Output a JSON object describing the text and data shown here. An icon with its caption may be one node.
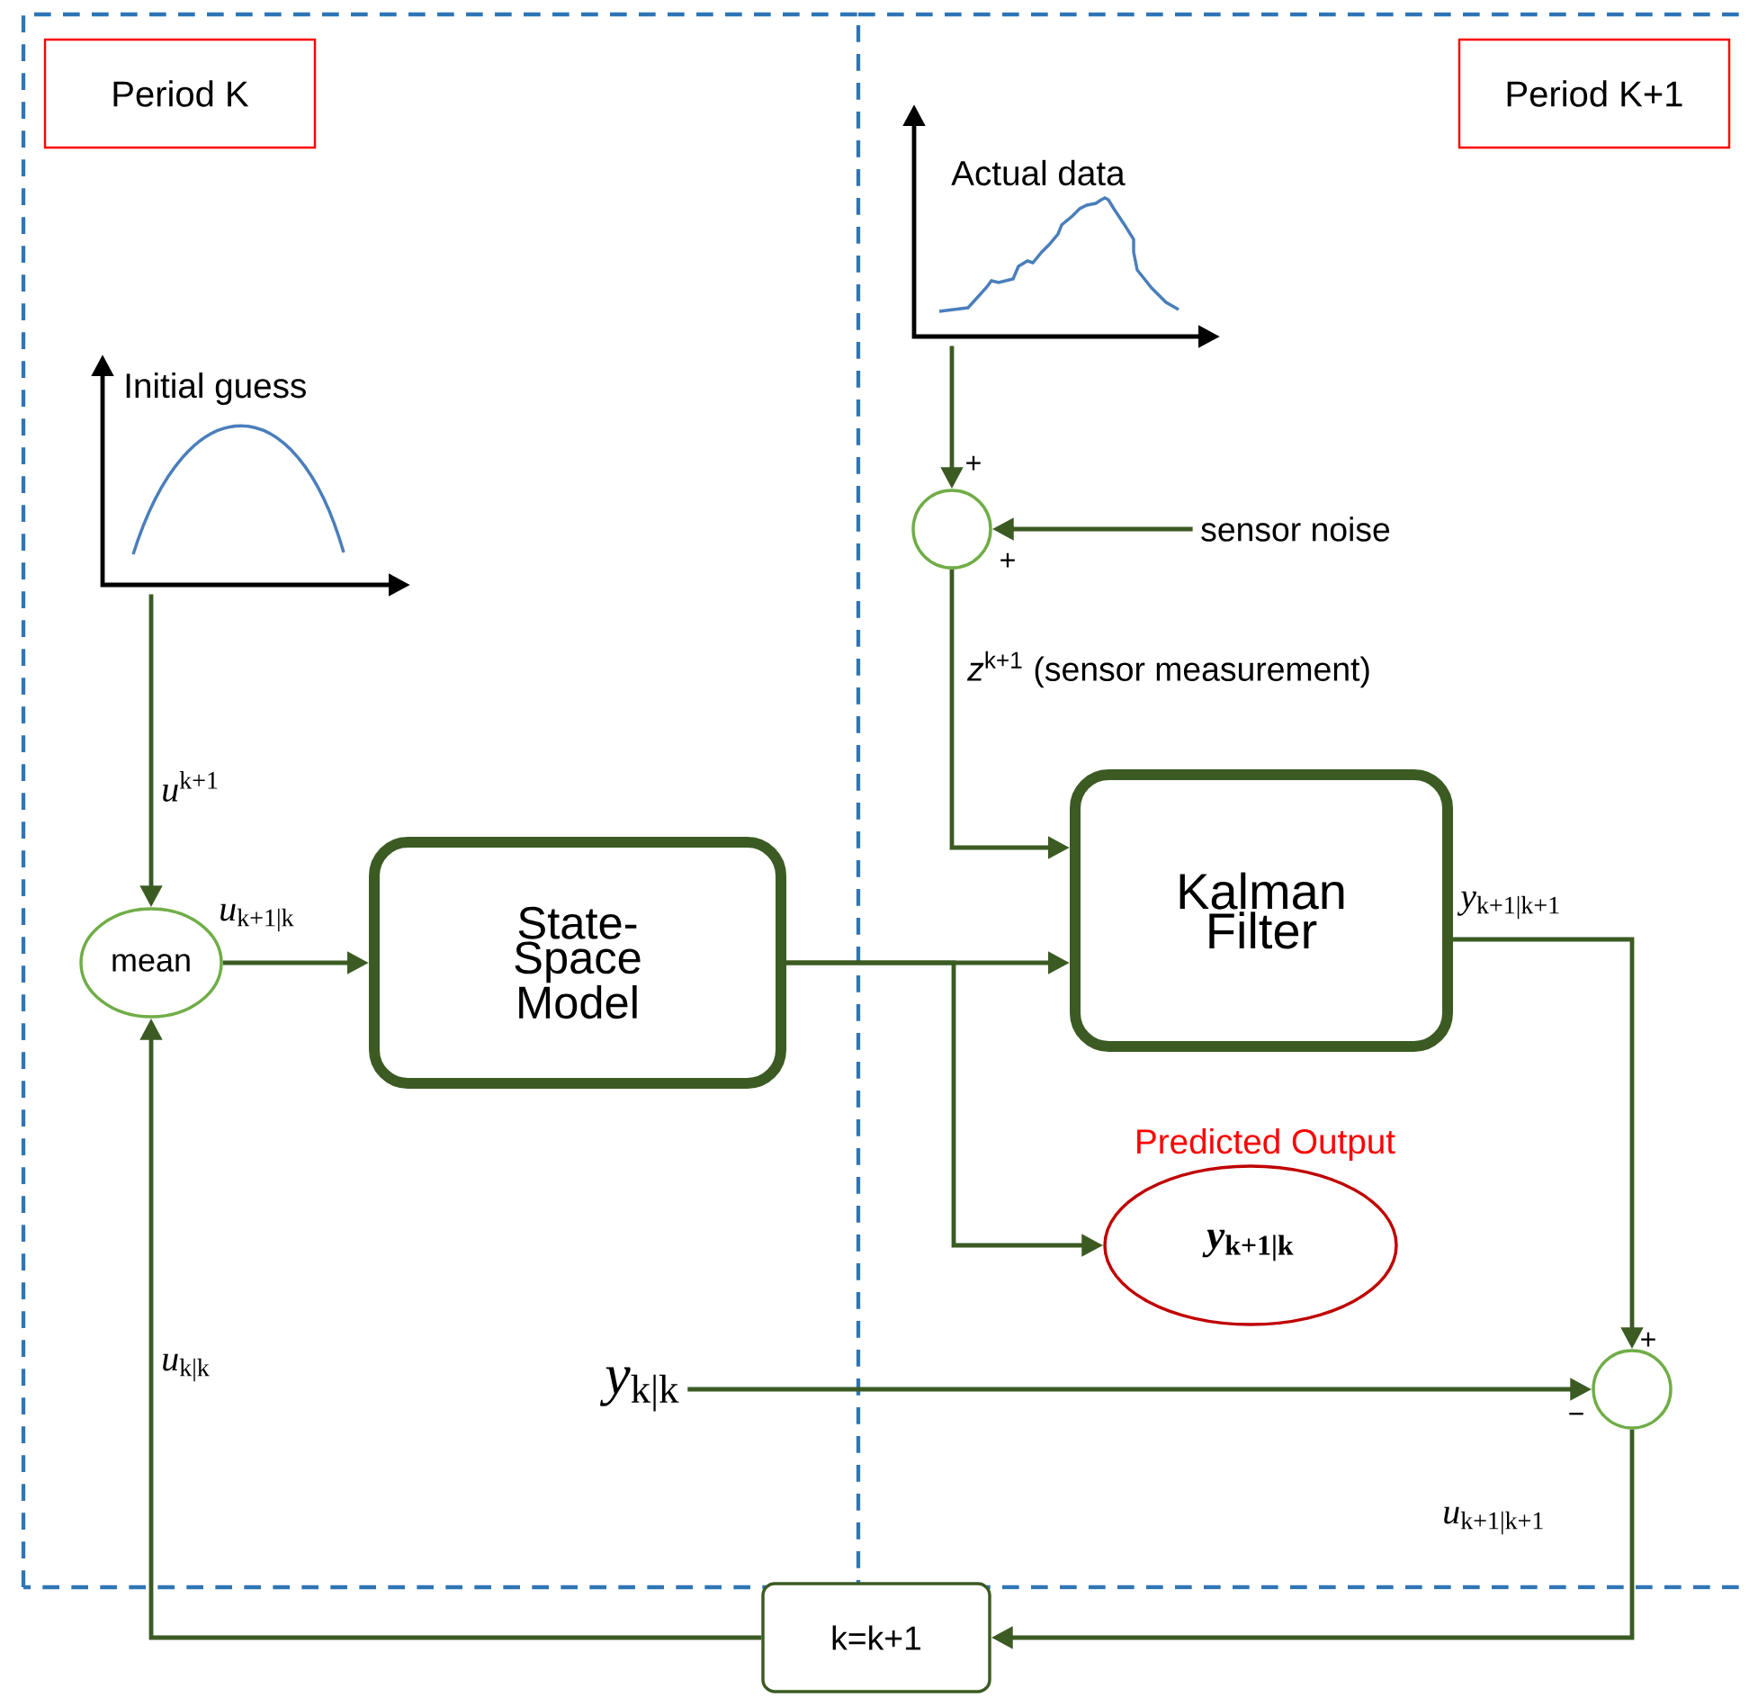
{
  "diagram": {
    "nodes": [
      {
        "text": [
          "Period K"
        ]
      },
      {
        "text": [
          "Period K+1"
        ]
      },
      {
        "text": [
          "Initial guess"
        ]
      },
      {
        "text": [
          "Actual data"
        ]
      },
      {
        "text": [],
        "shape": "circle"
      },
      {
        "text": [
          "sensor noise"
        ]
      },
      {
        "text": [
          "mean"
        ]
      },
      {
        "text": [
          "State-Space Model"
        ]
      },
      {
        "text": [
          "Kalman Filter"
        ]
      },
      {
        "text": [
          "Predicted Output",
          "*y*$_{k+1|k}$"
        ]
      },
      {
        "text": [
          "*y*$_{k|k}$"
        ]
      },
      {
        "text": [],
        "shape": "circle"
      },
      {
        "text": [
          "k=k+1"
        ]
      }
    ],
    "edges": [
      {
        "from": 2,
        "to": 6,
        "arrow": "to",
        "label": "*u*$^{k+1}$"
      },
      {
        "from": 3,
        "to": 4,
        "arrow": "to"
      },
      {
        "from": 5,
        "to": 4,
        "arrow": "to"
      },
      {
        "from": 4,
        "to": 8,
        "arrow": "to",
        "label": "*z*$^{k+1}$ (sensor measurement)"
      },
      {
        "from": 6,
        "to": 7,
        "arrow": "to",
        "label": "*u*$_{k+1|k}$"
      },
      {
        "from": 7,
        "to": 8,
        "arrow": "to"
      },
      {
        "from": 7,
        "to": 9,
        "arrow": "to"
      },
      {
        "from": 8,
        "to": 11,
        "arrow": "to",
        "label": "*y*$_{k+1|k+1}$"
      },
      {
        "from": 10,
        "to": 11,
        "arrow": "to"
      },
      {
        "from": 11,
        "to": 12,
        "arrow": "to",
        "label": "*u*$_{k+1|k+1}$"
      },
      {
        "from": 12,
        "to": 6,
        "arrow": "to",
        "label": "*u*$_{k|k}$"
      }
    ],
    "labels": [
      "+",
      "+",
      "+",
      "−"
    ]
  }
}
